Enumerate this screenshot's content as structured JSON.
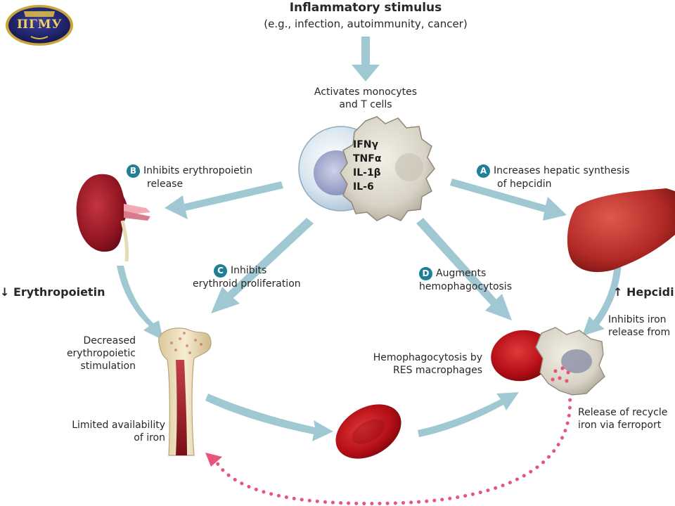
{
  "title": {
    "line1": "Inflammatory stimulus",
    "line2": "(e.g., infection, autoimmunity, cancer)"
  },
  "logo": {
    "text": "ПГМУ"
  },
  "monocyte": {
    "label_line1": "Activates monocytes",
    "label_line2": "and T cells",
    "cytokines": [
      "IFNγ",
      "TNFα",
      "IL-1β",
      "IL-6"
    ]
  },
  "pathways": {
    "A": {
      "badge": "A",
      "line1": "Increases hepatic synthesis",
      "line2": "of hepcidin"
    },
    "B": {
      "badge": "B",
      "line1": "Inhibits erythropoietin",
      "line2": "release"
    },
    "C": {
      "badge": "C",
      "line1": "Inhibits",
      "line2": "erythroid proliferation"
    },
    "D": {
      "badge": "D",
      "line1": "Augments",
      "line2": "hemophagocytosis"
    }
  },
  "kidney_effect": "↓ Erythropoietin",
  "liver_effect": "↑ Hepcidin",
  "iron_release": {
    "line1": "Inhibits iron",
    "line2": "release from"
  },
  "bone": {
    "stim_line1": "Decreased",
    "stim_line2": "erythropoietic",
    "stim_line3": "stimulation",
    "iron_line1": "Limited availability",
    "iron_line2": "of iron"
  },
  "macrophage": {
    "line1": "Hemophagocytosis by",
    "line2": "RES macrophages"
  },
  "recycle": {
    "line1": "Release of recycle",
    "line2": "iron via ferroport"
  },
  "colors": {
    "arrow": "#9fc8d3",
    "badge": "#1f7f95",
    "iron_dots": "#e8557a",
    "rbc": "#c0141c"
  }
}
